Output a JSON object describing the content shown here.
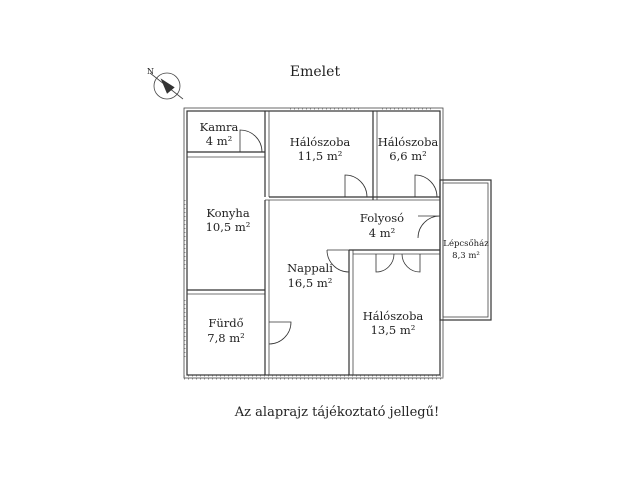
{
  "title": "Emelet",
  "note": "Az alaprajz tájékoztató jellegű!",
  "compass": {
    "letter": "N"
  },
  "rooms": [
    {
      "name": "Kamra",
      "area": "4 m²"
    },
    {
      "name": "Hálószoba",
      "area": "11,5 m²"
    },
    {
      "name": "Hálószoba",
      "area": "6,6 m²"
    },
    {
      "name": "Konyha",
      "area": "10,5 m²"
    },
    {
      "name": "Folyosó",
      "area": "4 m²"
    },
    {
      "name": "Lépcsőház",
      "area": "8,3 m²"
    },
    {
      "name": "Nappali",
      "area": "16,5 m²"
    },
    {
      "name": "Fürdő",
      "area": "7,8 m²"
    },
    {
      "name": "Hálószoba",
      "area": "13,5 m²"
    }
  ]
}
